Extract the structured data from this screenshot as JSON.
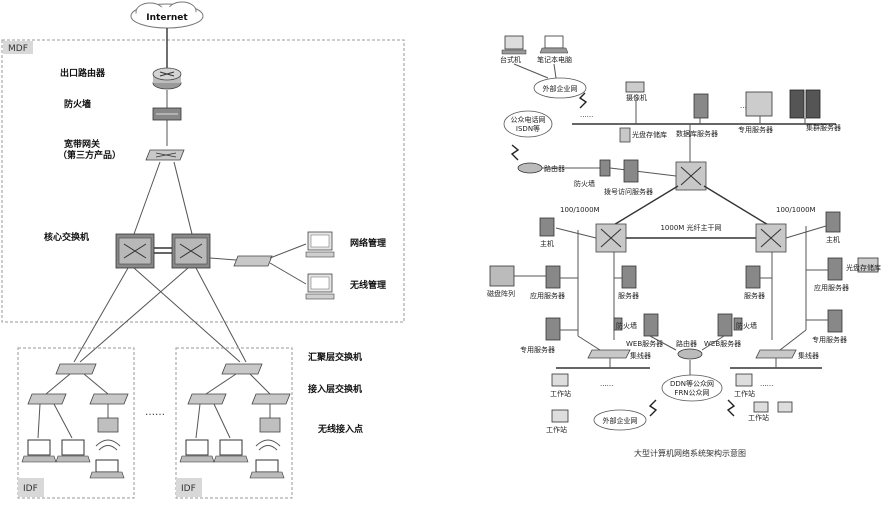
{
  "left": {
    "internet": "Internet",
    "mdf": "MDF",
    "router": "出口路由器",
    "firewall": "防火墙",
    "bw_gateway_1": "宽带网关",
    "bw_gateway_2": "（第三方产品）",
    "core_switch": "核心交换机",
    "net_mgmt": "网络管理",
    "wireless_mgmt": "无线管理",
    "agg_switch": "汇聚层交换机",
    "access_switch": "接入层交换机",
    "wireless_ap": "无线接入点",
    "idf_left": "IDF",
    "idf_right": "IDF",
    "ellipsis": "……"
  },
  "right": {
    "caption": "大型计算机网络系统架构示意图",
    "pc": "台式机",
    "laptop": "笔记本电脑",
    "ext_net_top": "外部企业网",
    "pstn_1": "公众电话网",
    "pstn_2": "ISDN等",
    "router_top": "路由器",
    "firewall_top": "防火墙",
    "dialup_server": "拨号访问服务器",
    "camera": "摄像机",
    "optical_storage_top": "光盘存储库",
    "db_server": "数据库服务器",
    "dedicated_server_top": "专用服务器",
    "cluster_server": "集群服务器",
    "speed_left": "100/1000M",
    "speed_right": "100/1000M",
    "backbone": "1000M 光纤主干网",
    "host_left": "主机",
    "disk_array": "磁盘阵列",
    "app_server_left": "应用服务器",
    "dedicated_server_left": "专用服务器",
    "server_mid_left": "服务器",
    "server_mid_right": "服务器",
    "firewall_mid_left": "防火墙",
    "firewall_mid_right": "防火墙",
    "web_server_left": "WEB服务器",
    "web_server_right": "WEB服务器",
    "hub_left": "集线器",
    "hub_right": "集线器",
    "router_mid": "路由器",
    "ddn_1": "DDN等公众网",
    "ddn_2": "FRN公众网",
    "host_right": "主机",
    "optical_storage_right": "光盘存储库",
    "app_server_right": "应用服务器",
    "dedicated_server_right": "专用服务器",
    "workstation_1": "工作站",
    "workstation_2": "工作站",
    "workstation_3": "工作站",
    "workstation_4": "工作站",
    "ext_net_bottom": "外部企业网"
  }
}
